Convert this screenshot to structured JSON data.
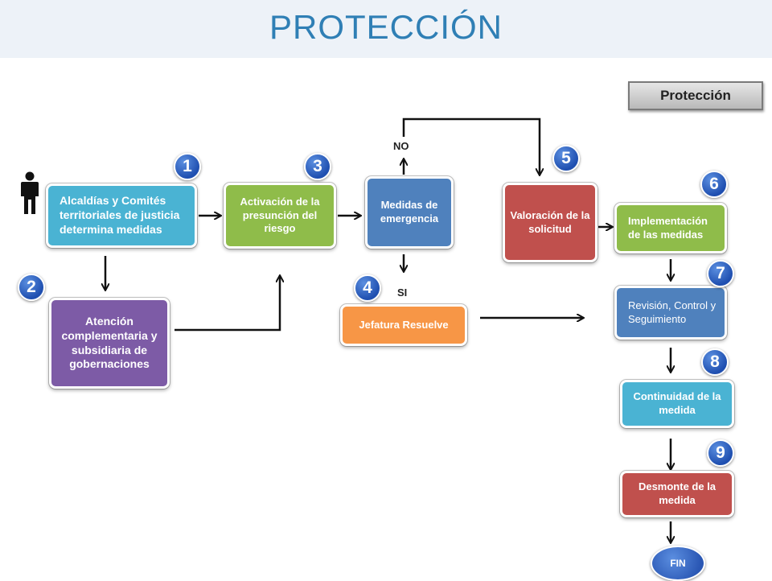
{
  "page": {
    "title": "PROTECCIÓN"
  },
  "legend": {
    "label": "Protección"
  },
  "person_icon": "person-icon",
  "steps": {
    "s1": {
      "number": "1",
      "label": "Alcaldías y Comités territoriales de justicia determina medidas",
      "color": "#4ab3d3"
    },
    "s2": {
      "number": "2",
      "label": "Atención complementaria y subsidiaria de gobernaciones",
      "color": "#7d5ba6"
    },
    "s3": {
      "number": "3",
      "label": "Activación de la presunción del riesgo",
      "color": "#8fbc4a"
    },
    "s_emerg": {
      "label": "Medidas de emergencia",
      "color": "#4f81bd"
    },
    "s4": {
      "number": "4",
      "label": "Jefatura Resuelve",
      "color": "#f79646"
    },
    "s5": {
      "number": "5",
      "label": "Valoración de la solicitud",
      "color": "#c0504d"
    },
    "s6": {
      "number": "6",
      "label": "Implementación de las medidas",
      "color": "#8fbc4a"
    },
    "s7": {
      "number": "7",
      "label": "Revisión, Control y Seguimiento",
      "color": "#4f81bd"
    },
    "s8": {
      "number": "8",
      "label": "Continuidad de la medida",
      "color": "#4ab3d3"
    },
    "s9": {
      "number": "9",
      "label": "Desmonte de la medida",
      "color": "#c0504d"
    }
  },
  "decisions": {
    "no": "NO",
    "si": "SI"
  },
  "end": {
    "label": "FIN"
  }
}
